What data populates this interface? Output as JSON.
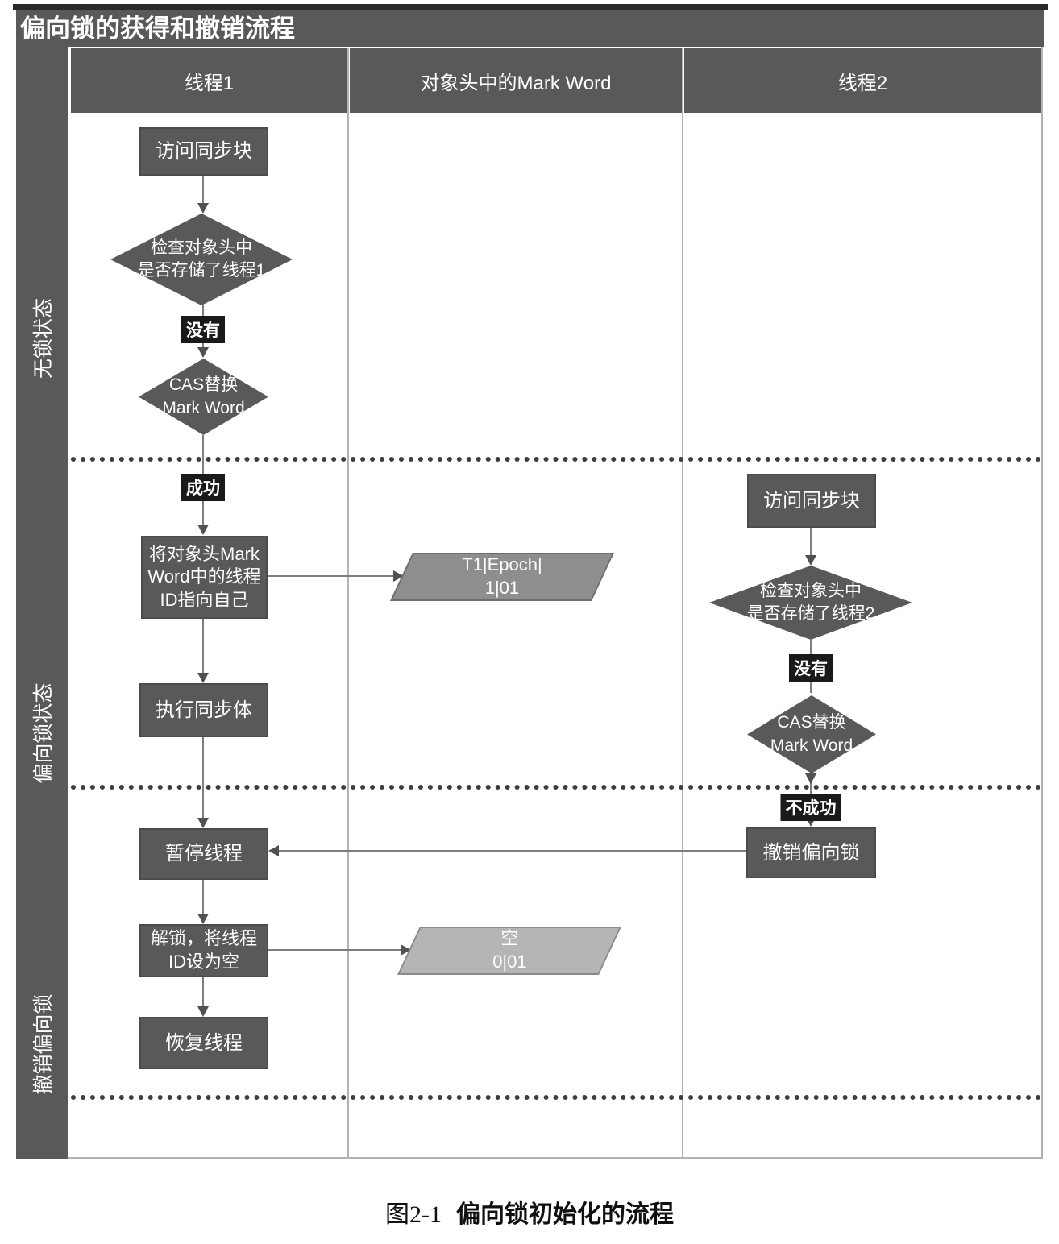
{
  "title": "偏向锁的获得和撤销流程",
  "columns": {
    "thread1": "线程1",
    "mark_word": "对象头中的Mark Word",
    "thread2": "线程2"
  },
  "zones": {
    "lock_free": "无锁状态",
    "biased": "偏向锁状态",
    "revoke": "撤销偏向锁"
  },
  "thread1": {
    "visit": "访问同步块",
    "check": "检查对象头中\n是否存储了线程1",
    "no_label": "没有",
    "cas": "CAS替换\nMark Word",
    "success_label": "成功",
    "set_id": "将对象头Mark\nWord中的线程\nID指向自己",
    "execute": "执行同步体",
    "pause": "暂停线程",
    "unlock": "解锁，将线程\nID设为空",
    "resume": "恢复线程"
  },
  "mark_word": {
    "biased_value": "T1|Epoch|\n1|01",
    "empty_value": "空\n0|01"
  },
  "thread2": {
    "visit": "访问同步块",
    "check": "检查对象头中\n是否存储了线程2",
    "no_label": "没有",
    "cas": "CAS替换\nMark Word",
    "fail_label": "不成功",
    "revoke": "撤销偏向锁"
  },
  "caption": {
    "prefix": "图2-1",
    "text": "偏向锁初始化的流程"
  },
  "colors": {
    "chrome_gray": "#59595b",
    "node_gray": "#59595b",
    "parallelogram_biased": "#8e8e90",
    "parallelogram_empty": "#b5b5b7",
    "badge_black": "#1a1a1c",
    "line_gray": "#7e7e81",
    "separator_gray": "#b2b2b4"
  }
}
